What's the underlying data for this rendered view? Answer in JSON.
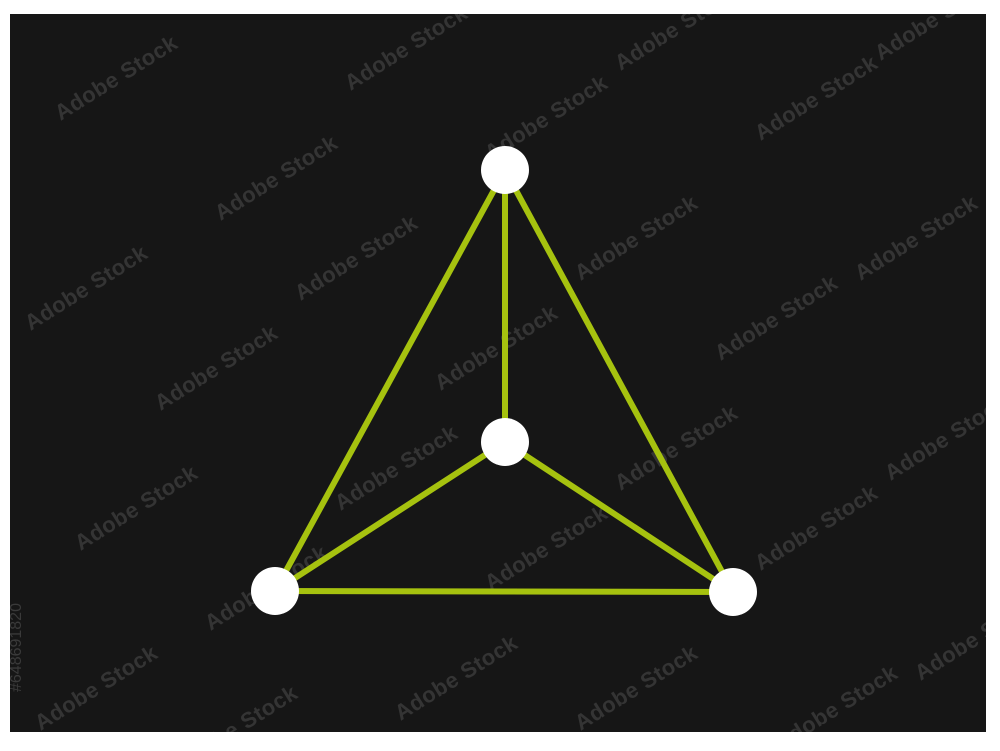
{
  "colors": {
    "background": "#161616",
    "edge": "#a6c20f",
    "node": "#ffffff"
  },
  "watermark": {
    "text": "Adobe Stock"
  },
  "stock_id": "#648691820",
  "diagram": {
    "type": "tetrahedron-graph",
    "nodes": [
      "top",
      "center",
      "bottom-left",
      "bottom-right"
    ],
    "edges": [
      [
        "top",
        "bottom-left"
      ],
      [
        "top",
        "bottom-right"
      ],
      [
        "top",
        "center"
      ],
      [
        "center",
        "bottom-left"
      ],
      [
        "center",
        "bottom-right"
      ],
      [
        "bottom-left",
        "bottom-right"
      ]
    ]
  }
}
